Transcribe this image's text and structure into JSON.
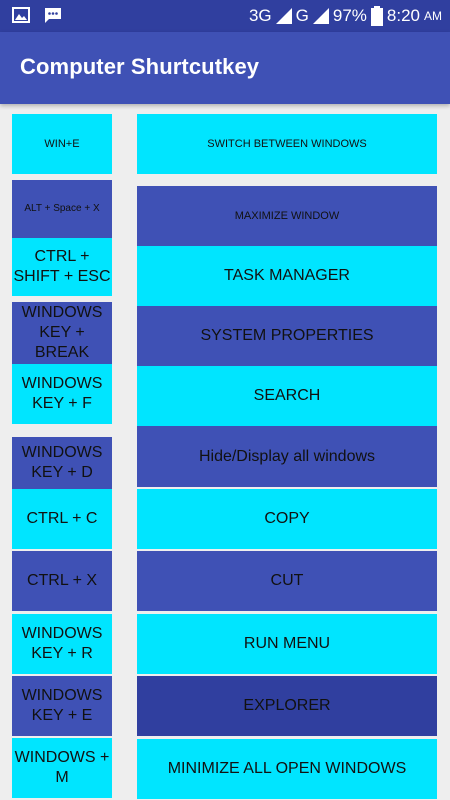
{
  "status_bar": {
    "network_3g": "3G",
    "network_g": "G",
    "battery": "97%",
    "time": "8:20",
    "ampm": "AM",
    "icons": [
      "image-icon",
      "message-icon",
      "signal-icon",
      "battery-icon"
    ]
  },
  "app_bar": {
    "title": "Computer Shurtcutkey"
  },
  "shortcuts": [
    {
      "key": "WIN+E",
      "action": "SWITCH BETWEEN WINDOWS"
    },
    {
      "key": "ALT + Space + X",
      "action": "MAXIMIZE WINDOW"
    },
    {
      "key": "CTRL + SHIFT + ESC",
      "action": "TASK MANAGER"
    },
    {
      "key": "WINDOWS KEY + BREAK",
      "action": "SYSTEM PROPERTIES"
    },
    {
      "key": "WINDOWS KEY + F",
      "action": "SEARCH"
    },
    {
      "key": "WINDOWS KEY + D",
      "action": "Hide/Display all windows"
    },
    {
      "key": "CTRL + C",
      "action": "COPY"
    },
    {
      "key": "CTRL + X",
      "action": "CUT"
    },
    {
      "key": "WINDOWS KEY + R",
      "action": "RUN MENU"
    },
    {
      "key": "WINDOWS KEY + E",
      "action": "EXPLORER"
    },
    {
      "key": "WINDOWS + M",
      "action": "MINIMIZE ALL OPEN WINDOWS"
    }
  ],
  "colors": {
    "status_bar": "#303f9f",
    "app_bar": "#3f51b5",
    "cyan": "#00e5ff",
    "blue": "#3f51b5",
    "dark_blue": "#303f9f"
  }
}
